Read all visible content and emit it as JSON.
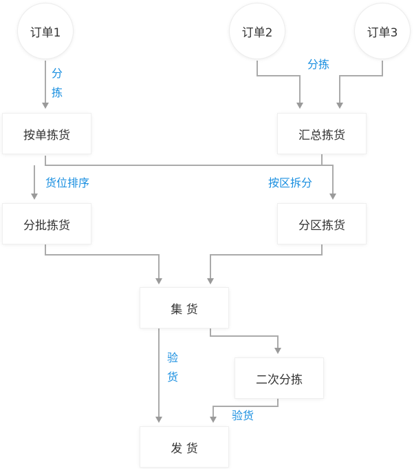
{
  "nodes": {
    "order1": "订单1",
    "order2": "订单2",
    "order3": "订单3",
    "pick_by_order": "按单拣货",
    "summary_pick": "汇总拣货",
    "batch_pick": "分批拣货",
    "zone_pick": "分区拣货",
    "collect": "集 货",
    "second_sort": "二次分拣",
    "ship": "发 货"
  },
  "edge_labels": {
    "sort_left": "分拣",
    "sort_top": "分拣",
    "slot_sort": "货位排序",
    "split_by_zone": "按区拆分",
    "inspect_left": "验货",
    "inspect_right": "验货"
  },
  "colors": {
    "line": "#aaaaaa",
    "label": "#1a8fe0",
    "text": "#333333"
  }
}
